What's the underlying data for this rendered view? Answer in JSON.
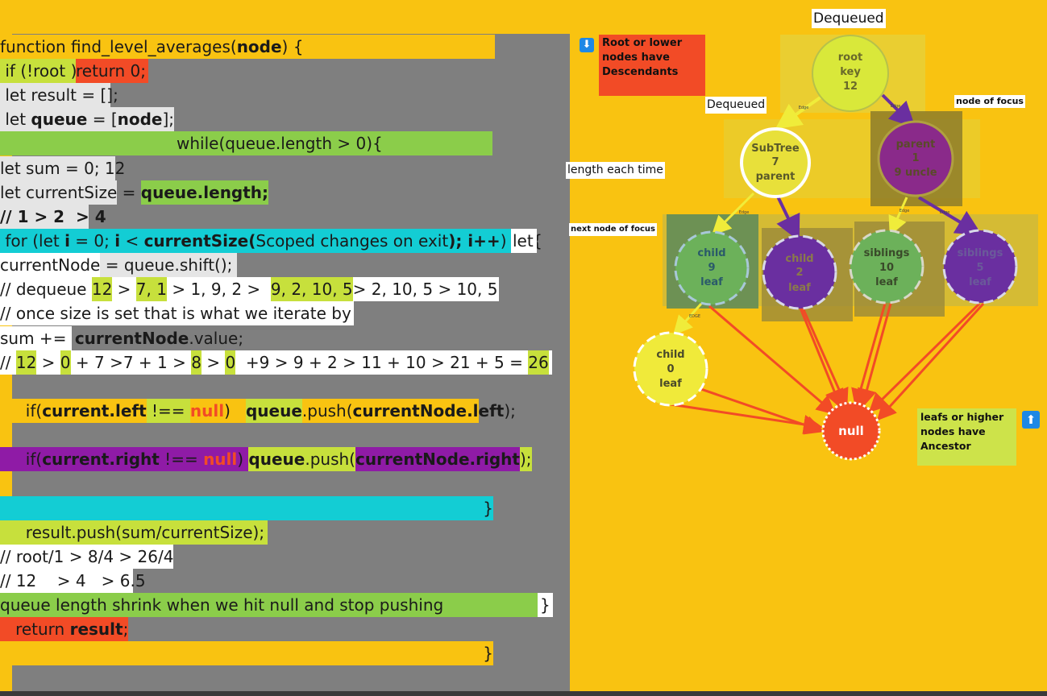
{
  "code": {
    "l1": {
      "a": "function find_level_averages(",
      "b": "node",
      "c": ") {"
    },
    "l2": {
      "a": " if (!root ) ",
      "b": "return 0;"
    },
    "l3": {
      "a": " let result = [];"
    },
    "l4": {
      "a": " let ",
      "b": "queue",
      "c": " = [",
      "d": "node",
      "e": "];"
    },
    "l5": {
      "a": "while(queue.length > 0){"
    },
    "l6": {
      "a": "let sum = 0; 12"
    },
    "l7": {
      "a": "let currentSize",
      "b": " = ",
      "c": "queue.length;"
    },
    "l8": {
      "a": "// 1 > 2  > 4"
    },
    "l9": {
      "a": " for (let ",
      "b": "i",
      "c": " = 0; ",
      "d": "i",
      "e": " < ",
      "f": "currentSize(",
      "g": "Scoped changes on exit",
      "h": "); i++",
      "i": ")     {",
      "j": "let"
    },
    "l10": {
      "a": "currentNode",
      "b": " = queue.shift();"
    },
    "l11": {
      "a": "// dequeue ",
      "b": "12",
      "c": " > ",
      "d": "7, 1",
      "e": " > 1, 9, 2 >  ",
      "f": "9, 2, 10, 5",
      "g": "> 2, 10, 5 > 10, 5"
    },
    "l12": {
      "a": "// once size is set that is what we iterate by"
    },
    "l13": {
      "a": "sum += ",
      "b": "currentNode",
      "c": ".value;"
    },
    "l14": {
      "a": "// ",
      "b": "12",
      "c": " > ",
      "d": "0",
      "e": " + 7 >7 + 1 > ",
      "f": "8",
      "g": " > ",
      "h": "0",
      "i": "  +9 > 9 + 2 > 11 + 10 > 21 + 5 = ",
      "j": "26"
    },
    "l15": {
      "a": "     if(",
      "b": "current.left",
      "c": " !== ",
      "d": "null",
      "e": ")   ",
      "f": "queue",
      "g": ".push(",
      "h": "currentNode",
      "i": ".left",
      "j": ");"
    },
    "l16": {
      "a": "     if(",
      "b": "current.right",
      "c": " !== ",
      "d": "null",
      "e": ") ",
      "f": "queue",
      "g": ".push(",
      "h": "currentNode",
      "i": ".right",
      "j": ");"
    },
    "l17": {
      "a": "}"
    },
    "l18": {
      "a": "     result.push(sum/currentSize);"
    },
    "l19": {
      "a": "// root/1 > 8/4 > 26/4"
    },
    "l20": {
      "a": "// 12    > 4   > 6.5"
    },
    "l21": {
      "a": "queue length shrink when we hit null and stop pushing",
      "b": "}"
    },
    "l22": {
      "a": "   return ",
      "b": "result",
      "c": ";"
    },
    "l23": {
      "a": "}"
    }
  },
  "annotations": {
    "dequeued_top": "Dequeued",
    "dequeued_left": "Dequeued",
    "node_of_focus": "node of focus",
    "length_each_time": "length each time",
    "next_node_of_focus": "next node of focus",
    "root_note": "Root or lower\nnodes have\nDescendants",
    "leaf_note": "leafs or higher\nnodes have\nAncestor"
  },
  "tree": {
    "root": {
      "l1": "root",
      "l2": "key",
      "l3": "12"
    },
    "subtree": {
      "l1": "SubTree",
      "l2": "7",
      "l3": "parent"
    },
    "parent": {
      "l1": "parent",
      "l2": "1",
      "l3": "9 uncle"
    },
    "child9": {
      "l1": "child",
      "l2": "9",
      "l3": "leaf"
    },
    "child2": {
      "l1": "child",
      "l2": "2",
      "l3": "leaf"
    },
    "sib10": {
      "l1": "siblings",
      "l2": "10",
      "l3": "leaf"
    },
    "sib5": {
      "l1": "siblings",
      "l2": "5",
      "l3": "leaf"
    },
    "child0": {
      "l1": "child",
      "l2": "0",
      "l3": "leaf"
    },
    "null_node": "null",
    "edge_label": "Edge",
    "edge_label_caps": "EDGE"
  },
  "icons": {
    "down": "down-arrow-icon",
    "up": "up-arrow-icon"
  },
  "colors": {
    "board": "#f9c311",
    "yellow_node": "#d9e83a",
    "purple_node": "#8a2aa6",
    "violet_node": "#6a2fa0",
    "green_node": "#6cb15a",
    "null_node": "#f24b26",
    "code_panel": "#7f7f7f",
    "cyan": "#13cdd4",
    "green": "#8bcd4a"
  }
}
